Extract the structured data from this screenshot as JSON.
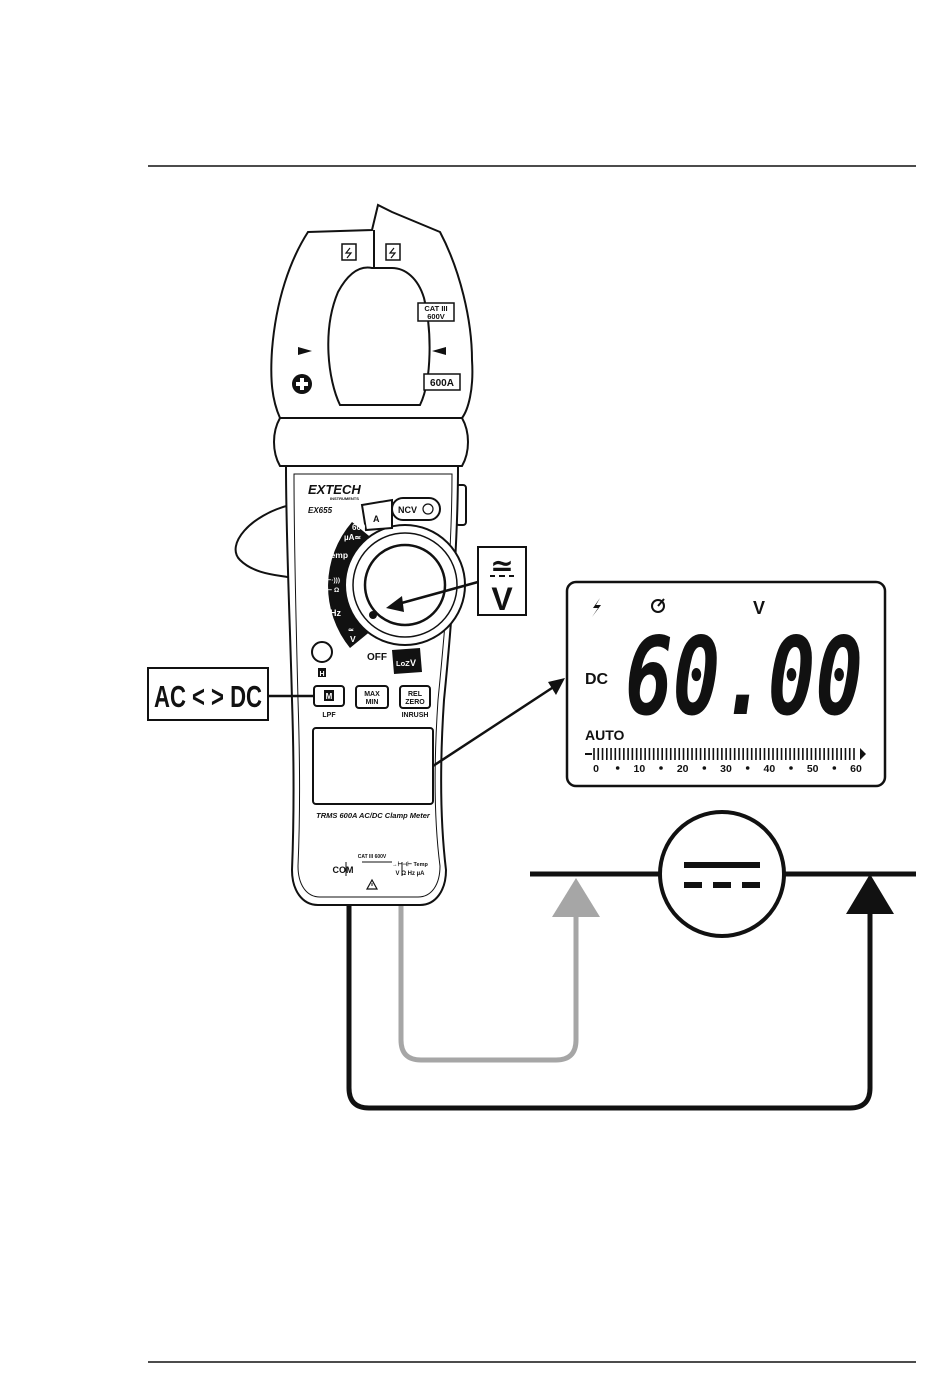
{
  "meter": {
    "brand": "EXTECH",
    "brand_sub": "INSTRUMENTS",
    "model": "EX655",
    "jaw_rating_cat": "CAT III",
    "jaw_rating_volt": "600V",
    "jaw_current": "600A",
    "dial_positions": [
      "600",
      "µA≃",
      "Temp",
      "⊣⊢·)))",
      "→⊢ Ω",
      "Hz",
      "≃",
      "V",
      "OFF",
      "LoZ",
      "V",
      "A",
      "NCV"
    ],
    "buttons": [
      {
        "label": "M",
        "sub": "LPF"
      },
      {
        "label": "MAX",
        "label2": "MIN",
        "sub": ""
      },
      {
        "label": "REL",
        "label2": "ZERO",
        "sub": "INRUSH"
      }
    ],
    "backlight_sub": "H",
    "title": "TRMS 600A AC/DC Clamp Meter",
    "terminal_com": "COM",
    "terminal_rating": "CAT III 600V",
    "terminal_right_top": "→⊢⊣⊢ Temp",
    "terminal_right_bottom": "V Ω Hz µA"
  },
  "callouts": {
    "ac_dc": "AC < > DC",
    "mode_symbol": "≃",
    "mode_unit": "V"
  },
  "display": {
    "reading": "60.00",
    "mode": "DC",
    "unit": "V",
    "range": "AUTO",
    "bargraph_ticks": [
      "0",
      "10",
      "20",
      "30",
      "40",
      "50",
      "60"
    ]
  },
  "circuit": {
    "source_symbol": "DC source"
  },
  "colors": {
    "ink": "#111111",
    "probe_red_lead": "#a6a6a6",
    "probe_black_lead": "#111111"
  }
}
